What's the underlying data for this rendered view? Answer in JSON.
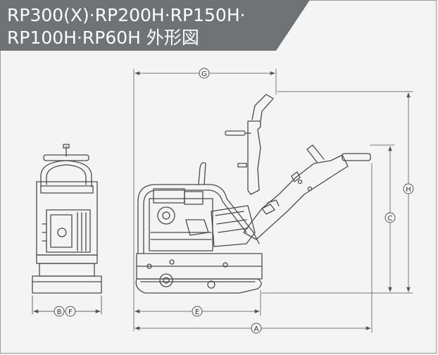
{
  "header": {
    "title_line1": "RP300(X)·RP200H·RP150H·",
    "title_line2": "RP100H·RP60H 外形図",
    "banner_color": "#6f7376"
  },
  "dimensions": {
    "A": "A",
    "B": "B",
    "C": "C",
    "E": "E",
    "F": "F",
    "G": "G",
    "H": "H"
  },
  "colors": {
    "line": "#4a4a4a",
    "dim_line": "#666666"
  }
}
